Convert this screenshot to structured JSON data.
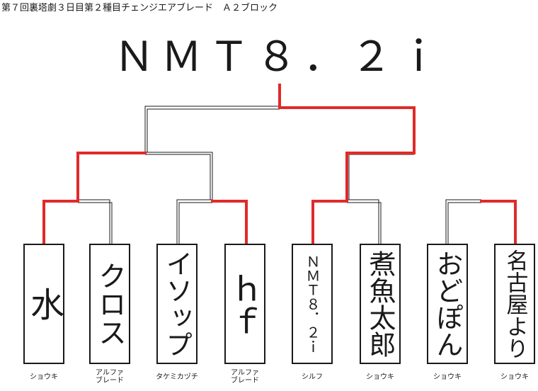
{
  "header": "第７回裏塔劇３日目第２種目チェンジエアブレード　Ａ２ブロック",
  "winner": "ＮＭＴ８．２ｉ",
  "colors": {
    "winner_path": "#e02a2a",
    "loser_path": "#1a1a1a"
  },
  "entrants": [
    {
      "name": "水",
      "team": "ショウキ"
    },
    {
      "name": "クロス",
      "team": "アルファ\nブレード"
    },
    {
      "name": "イソップ",
      "team": "タケミカヅチ"
    },
    {
      "name": "ｈｆ",
      "team": "アルファ\nブレード"
    },
    {
      "name": "ＮＭＴ８．２ｉ",
      "team": "シルフ"
    },
    {
      "name": "煮魚太郎",
      "team": "ショウキ"
    },
    {
      "name": "おどぽん",
      "team": "ショウキ"
    },
    {
      "name": "名古屋より",
      "team": "ショウキ"
    }
  ],
  "results": {
    "round1_winners": [
      "水",
      "ｈｆ",
      "ＮＭＴ８．２ｉ",
      "名古屋より"
    ],
    "semifinal_winners": [
      "水",
      "ＮＭＴ８．２ｉ"
    ],
    "champion": "ＮＭＴ８．２ｉ"
  }
}
